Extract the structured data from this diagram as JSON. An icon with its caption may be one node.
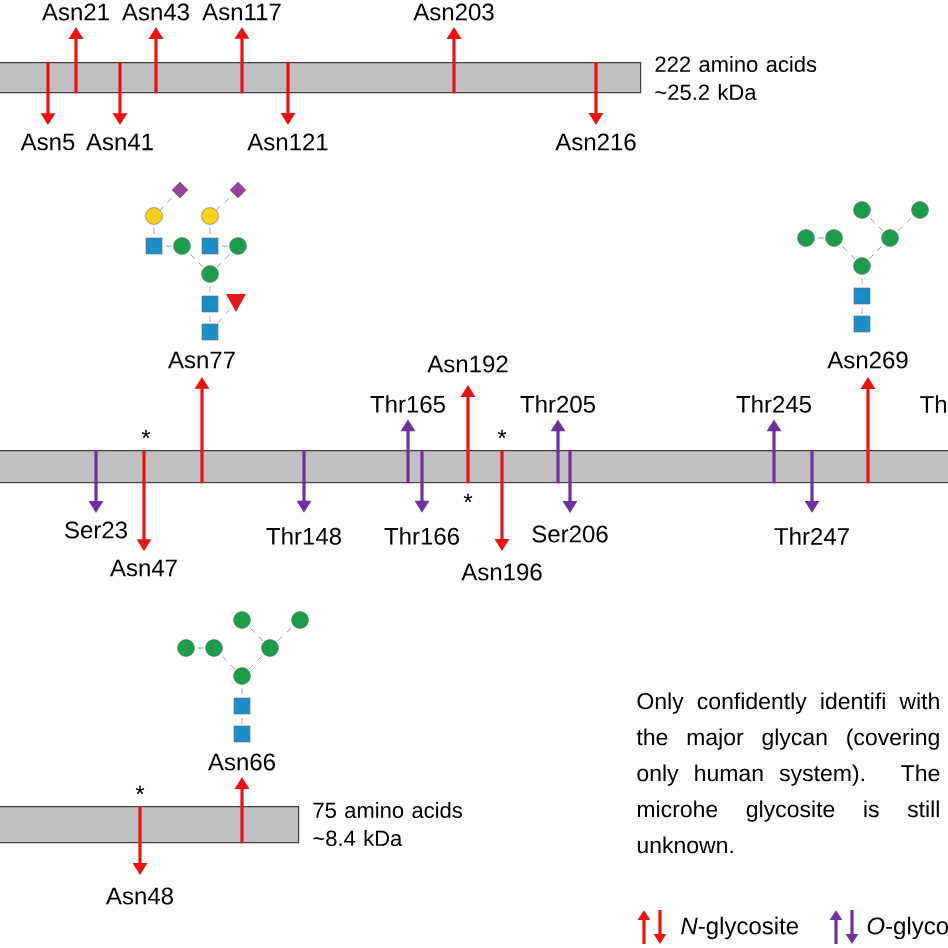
{
  "diagram": {
    "nodes": [
      {
        "text": [],
        "shape": "bar",
        "beside": [
          "222 amino acids ~25.2 kDa"
        ]
      },
      {
        "text": [],
        "shape": "bar"
      },
      {
        "text": [],
        "shape": "bar",
        "beside": [
          "75 amino acids ~8.4 kDa"
        ]
      },
      {
        "text": [
          "Asn21"
        ]
      },
      {
        "text": [
          "Asn43"
        ]
      },
      {
        "text": [
          "Asn117"
        ]
      },
      {
        "text": [
          "Asn203"
        ]
      },
      {
        "text": [
          "Asn5"
        ]
      },
      {
        "text": [
          "Asn41"
        ]
      },
      {
        "text": [
          "Asn121"
        ]
      },
      {
        "text": [
          "Asn216"
        ]
      },
      {
        "text": [
          "Asn77"
        ]
      },
      {
        "text": [
          "Asn192"
        ]
      },
      {
        "text": [
          "Asn269"
        ]
      },
      {
        "text": [
          "Thr165"
        ]
      },
      {
        "text": [
          "Thr205"
        ]
      },
      {
        "text": [
          "Thr245"
        ]
      },
      {
        "text": [
          "Ser23"
        ]
      },
      {
        "text": [
          "Thr148"
        ]
      },
      {
        "text": [
          "Thr166"
        ]
      },
      {
        "text": [
          "Ser206"
        ]
      },
      {
        "text": [
          "Thr247"
        ]
      },
      {
        "text": [
          "Asn47"
        ]
      },
      {
        "text": [
          "Asn196"
        ]
      },
      {
        "text": [
          "Asn66"
        ]
      },
      {
        "text": [
          "Asn48"
        ]
      }
    ],
    "edges": [
      {
        "from": 0,
        "to": 3,
        "arrow": "to"
      },
      {
        "from": 0,
        "to": 4,
        "arrow": "to"
      },
      {
        "from": 0,
        "to": 5,
        "arrow": "to"
      },
      {
        "from": 0,
        "to": 6,
        "arrow": "to"
      },
      {
        "from": 0,
        "to": 7,
        "arrow": "to"
      },
      {
        "from": 0,
        "to": 8,
        "arrow": "to"
      },
      {
        "from": 0,
        "to": 9,
        "arrow": "to"
      },
      {
        "from": 0,
        "to": 10,
        "arrow": "to"
      },
      {
        "from": 1,
        "to": 11,
        "arrow": "to"
      },
      {
        "from": 1,
        "to": 12,
        "arrow": "to"
      },
      {
        "from": 1,
        "to": 13,
        "arrow": "to"
      },
      {
        "from": 1,
        "to": 14,
        "arrow": "to",
        "color": "#7030a0"
      },
      {
        "from": 1,
        "to": 15,
        "arrow": "to",
        "color": "#7030a0"
      },
      {
        "from": 1,
        "to": 16,
        "arrow": "to",
        "color": "#7030a0"
      },
      {
        "from": 1,
        "to": 17,
        "arrow": "to",
        "color": "#7030a0"
      },
      {
        "from": 1,
        "to": 18,
        "arrow": "to",
        "color": "#7030a0"
      },
      {
        "from": 1,
        "to": 19,
        "arrow": "to",
        "color": "#7030a0"
      },
      {
        "from": 1,
        "to": 20,
        "arrow": "to",
        "color": "#7030a0"
      },
      {
        "from": 1,
        "to": 21,
        "arrow": "to",
        "color": "#7030a0"
      },
      {
        "from": 1,
        "to": 22,
        "arrow": "to"
      },
      {
        "from": 1,
        "to": 23,
        "arrow": "to"
      },
      {
        "from": 2,
        "to": 24,
        "arrow": "to"
      },
      {
        "from": 2,
        "to": 25,
        "arrow": "to"
      }
    ],
    "labels": [
      "Th",
      "*",
      "*",
      "*",
      "*",
      "Only confidently identifi with the major glycan (covering only human system). The microhe glycosite is still unknown."
    ],
    "legend": [
      {
        "text": "*N*-glycosite"
      },
      {
        "text": "*O*-glyco"
      }
    ]
  }
}
